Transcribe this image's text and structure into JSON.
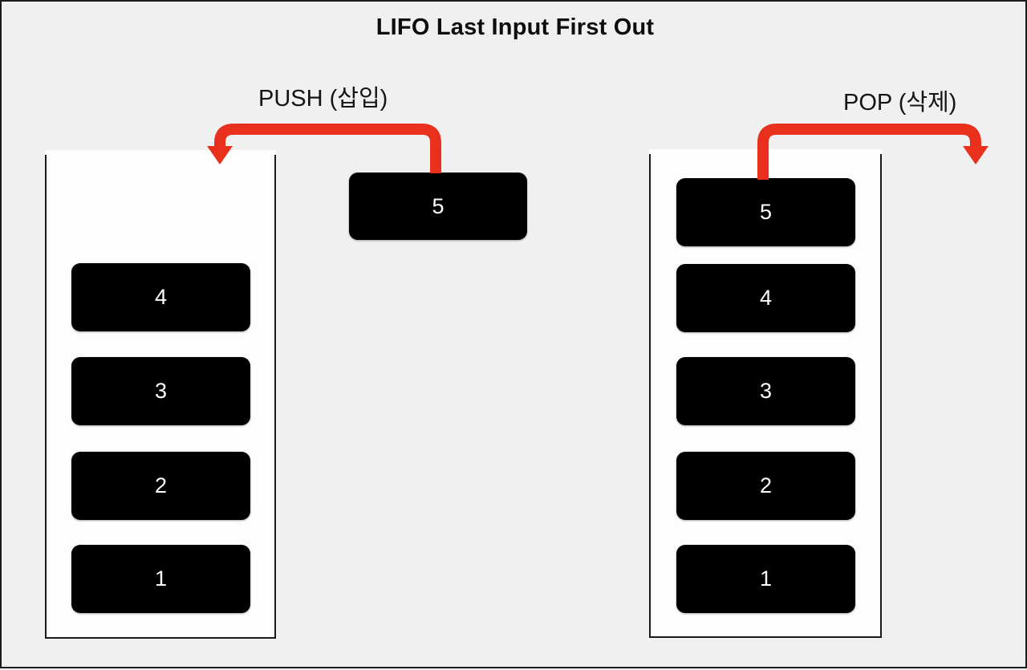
{
  "page": {
    "title": "LIFO Last Input First Out",
    "background_color": "#f0f0f0",
    "border_color": "#1c1c1c",
    "accent_color": "#e8301c",
    "box_color": "#000000",
    "box_text_color": "#ffffff"
  },
  "operations": {
    "push": {
      "label": "PUSH (삽입)",
      "arrow_name": "push-arrow",
      "arrow_color": "#e8301c",
      "direction": "right-to-left-into-stack"
    },
    "pop": {
      "label": "POP (삭제)",
      "arrow_name": "pop-arrow",
      "arrow_color": "#e8301c",
      "direction": "left-to-right-out-of-stack"
    }
  },
  "left_stack": {
    "name": "push-stack",
    "items": [
      {
        "value": "4"
      },
      {
        "value": "3"
      },
      {
        "value": "2"
      },
      {
        "value": "1"
      }
    ]
  },
  "floating_item": {
    "value": "5"
  },
  "right_stack": {
    "name": "pop-stack",
    "items": [
      {
        "value": "5"
      },
      {
        "value": "4"
      },
      {
        "value": "3"
      },
      {
        "value": "2"
      },
      {
        "value": "1"
      }
    ]
  },
  "chart_data": {
    "type": "diagram",
    "title": "LIFO Last Input First Out",
    "description": "Stack LIFO diagram with PUSH and POP operations",
    "left_stack_values": [
      "4",
      "3",
      "2",
      "1"
    ],
    "incoming_value": "5",
    "right_stack_values": [
      "5",
      "4",
      "3",
      "2",
      "1"
    ],
    "annotations": [
      "PUSH (삽입)",
      "POP (삭제)"
    ]
  }
}
